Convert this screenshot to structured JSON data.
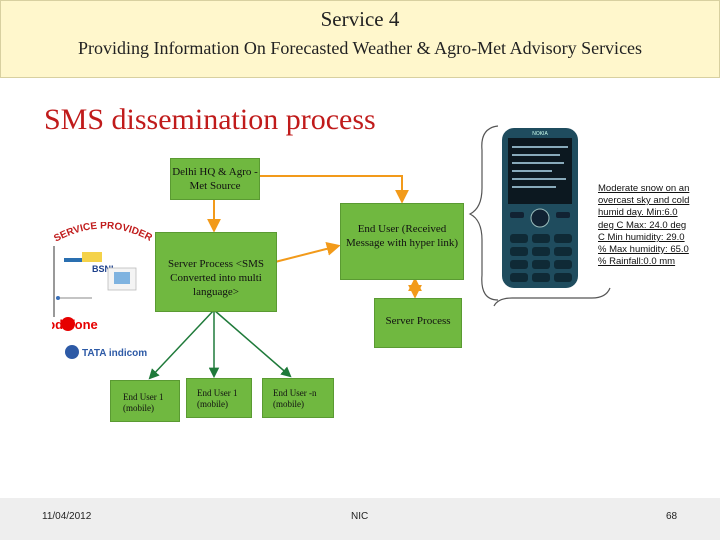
{
  "header": {
    "title": "Service 4",
    "subtitle": "Providing Information On Forecasted Weather & Agro-Met Advisory Services"
  },
  "slide_title": "SMS dissemination process",
  "diagram": {
    "delhi_hq": "Delhi HQ & Agro -Met Source",
    "service_provider_process": "Server Process <SMS Converted into multi language>",
    "end_user": "End User (Received Message with hyper link)",
    "server_process": "Server Process",
    "end_user_1": "End User 1 (mobile)",
    "end_user_2": "End User 1 (mobile)",
    "end_user_n": "End User -n (mobile)",
    "service_provider_label": "SERVICE PROVIDER",
    "providers": [
      "BSNL",
      "vodafone",
      "TATA indicom"
    ]
  },
  "phone": {
    "brand": "NOKIA"
  },
  "advisory_text": "Moderate snow on an overcast sky and cold humid day. Min:6.0 deg C Max: 24.0 deg C Min humidity: 29.0 % Max humidity: 65.0 % Rainfall:0.0 mm",
  "footer": {
    "date": "11/04/2012",
    "org": "NIC",
    "page": "68"
  },
  "colors": {
    "box_green": "#70b840",
    "arrow_orange": "#f29a1a",
    "title_red": "#c01b1b",
    "header_bg": "#fff7cc"
  }
}
